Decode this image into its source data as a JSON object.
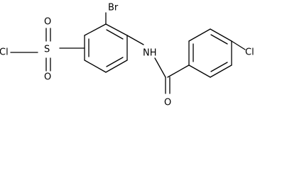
{
  "diagram": {
    "atoms": {
      "sulfonyl_chloride_cl": "Cl",
      "sulfur": "S",
      "sulfonyl_oxygen_top": "O",
      "sulfonyl_oxygen_bottom": "O",
      "bromine": "Br",
      "amide_nh": "NH",
      "carbonyl_oxygen": "O",
      "para_chlorine": "Cl"
    }
  }
}
